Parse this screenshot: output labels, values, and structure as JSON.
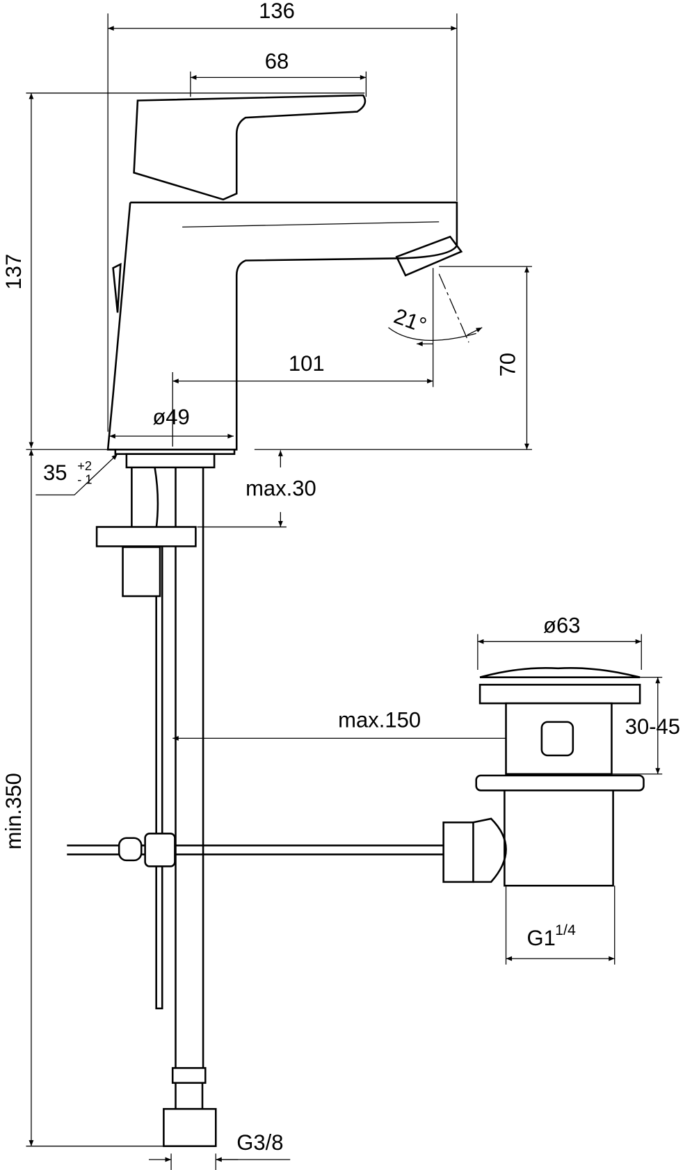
{
  "title": "Basin mixer technical drawing",
  "dimensions": {
    "overall_width": "136",
    "lever_length": "68",
    "height": "137",
    "spout_reach": "101",
    "spout_height": "70",
    "base_diameter": "ø49",
    "spray_angle": "21°",
    "hole_diameter": "35",
    "hole_tol_plus": "+2",
    "hole_tol_minus": "- 1",
    "deck_thickness": "max.30",
    "waste_diameter": "ø63",
    "waste_range": "30-45",
    "rod_distance": "max.150",
    "hose_length": "min.350",
    "waste_thread": "G1",
    "waste_thread_frac": "1/4",
    "supply_thread": "G3/8"
  },
  "colors": {
    "line": "#000000",
    "background": "#ffffff"
  }
}
